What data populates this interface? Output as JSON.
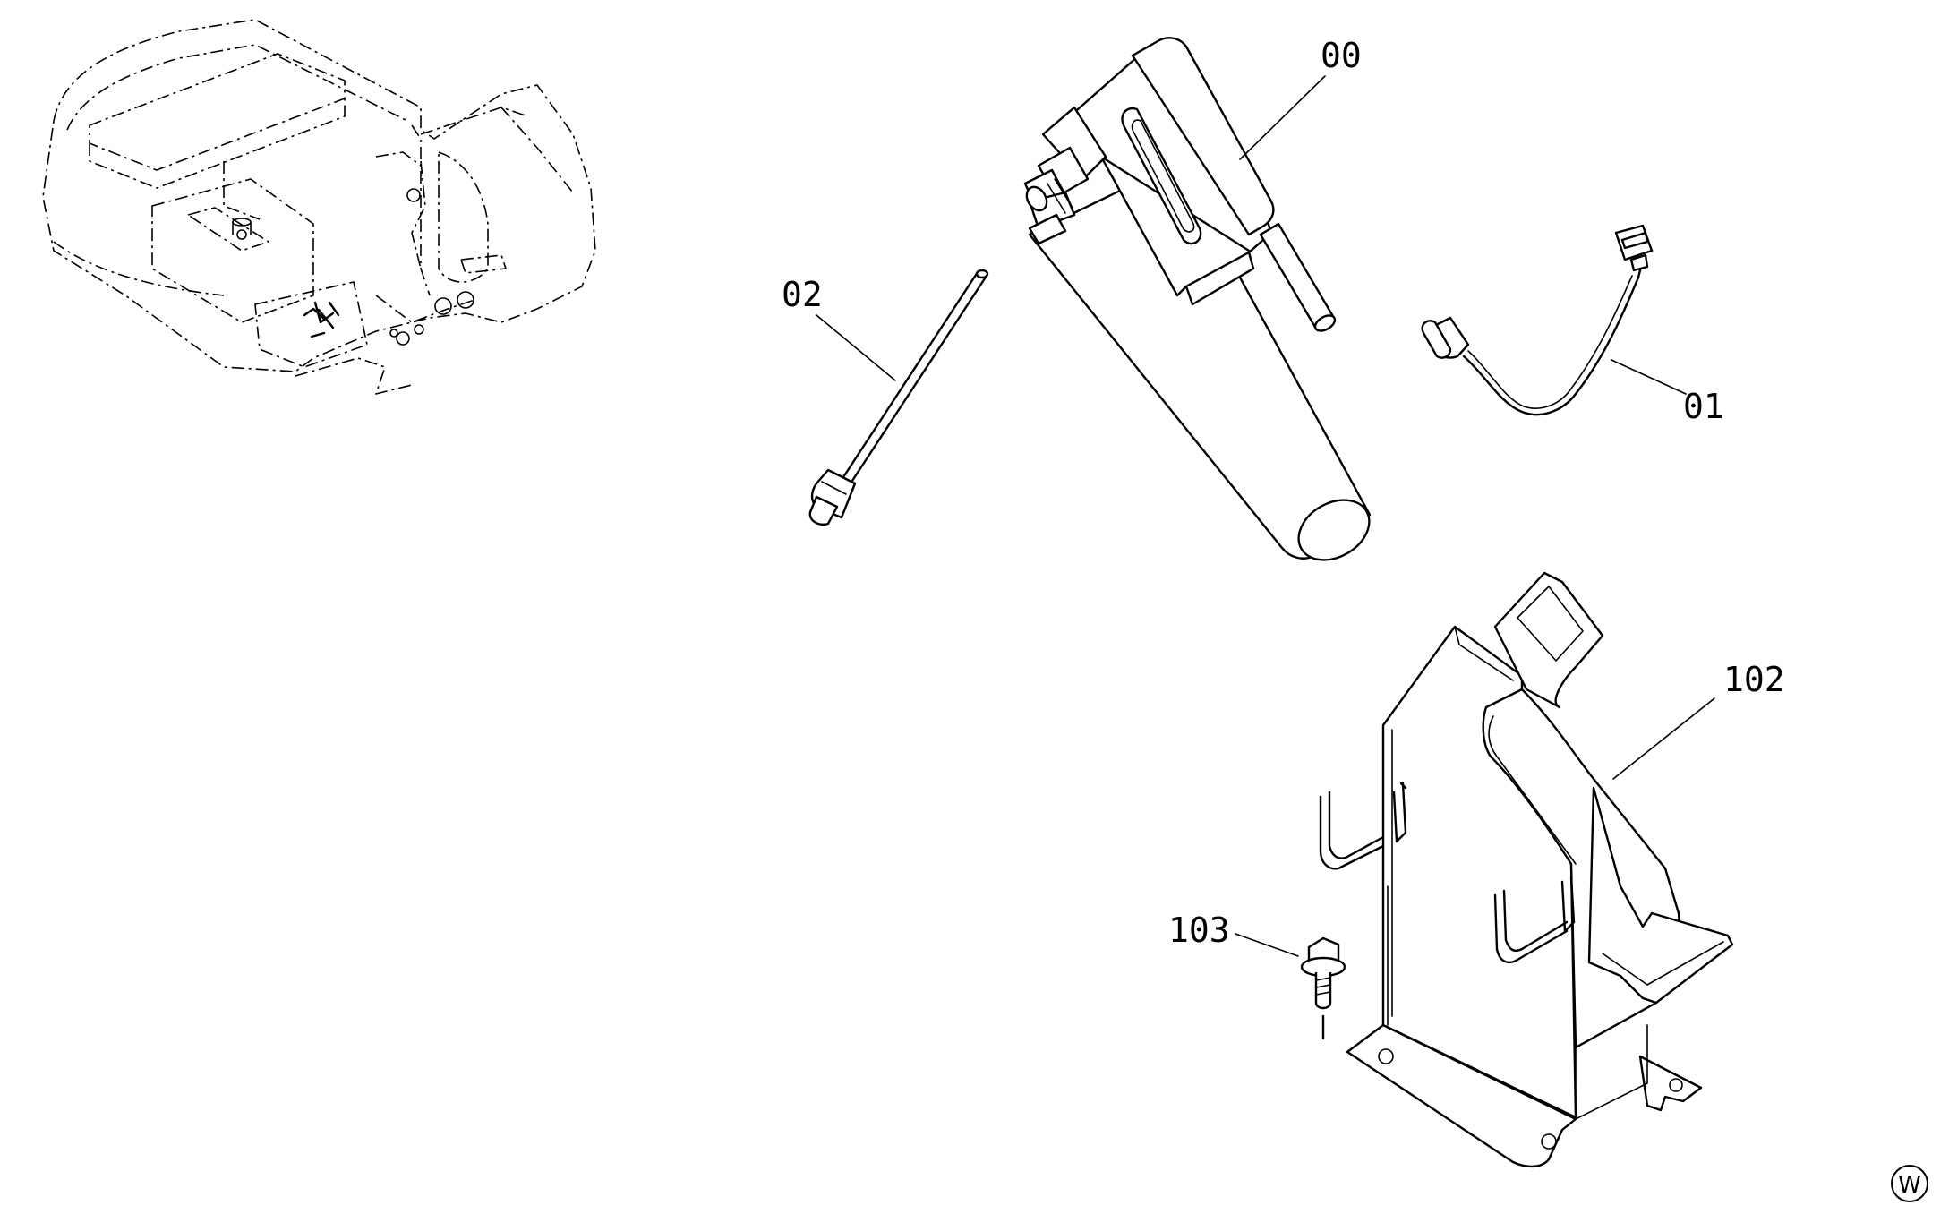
{
  "callouts": {
    "part_00": "00",
    "part_01": "01",
    "part_02": "02",
    "part_102": "102",
    "part_103": "103"
  },
  "corner_mark": "W",
  "icons": [
    "excavator-overview-icon",
    "battery-pack-icon",
    "antenna-rod-icon",
    "harness-cable-icon",
    "bracket-icon",
    "bolt-icon",
    "watermark-w-icon"
  ]
}
